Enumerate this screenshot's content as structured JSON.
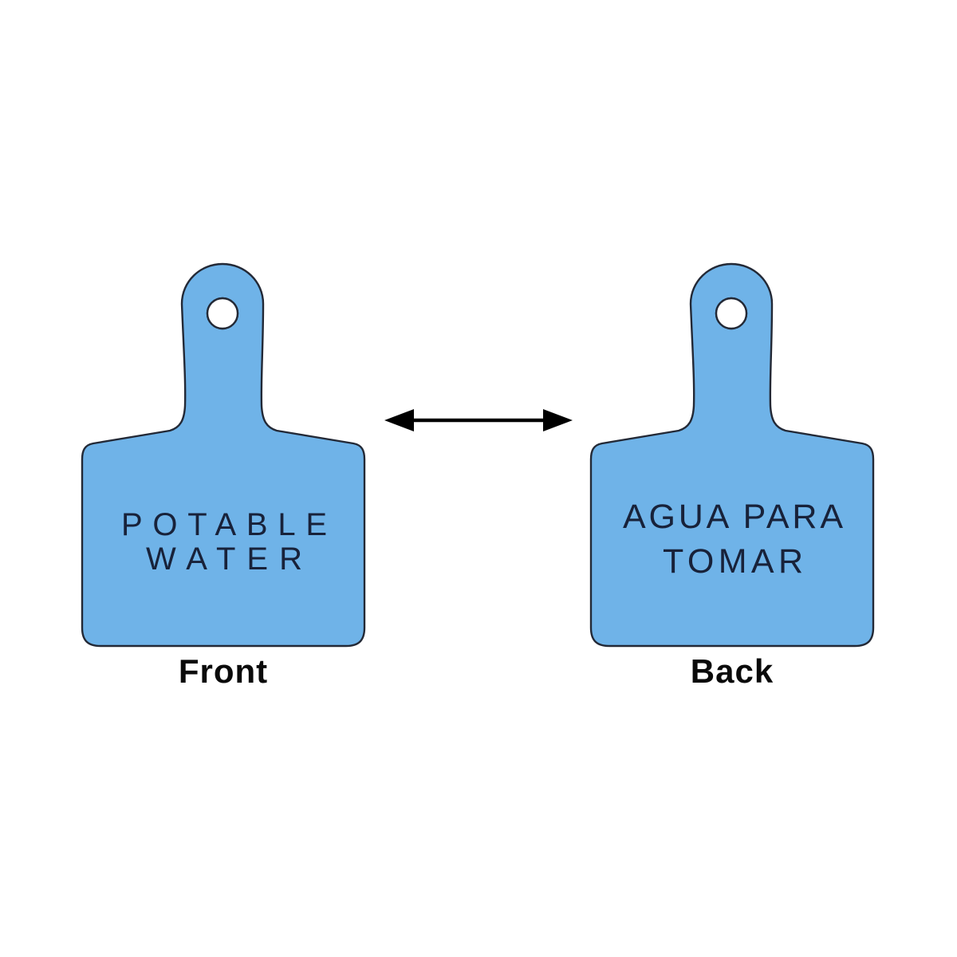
{
  "canvas": {
    "background": "#ffffff"
  },
  "tags": {
    "front": {
      "label_line1": "POTABLE",
      "label_line2": "WATER",
      "caption": "Front",
      "fill": "#6fb3e8",
      "outline": "#232936",
      "text_color": "#18223a"
    },
    "back": {
      "label_line1": "AGUA PARA",
      "label_line2": "TOMAR",
      "caption": "Back",
      "fill": "#6fb3e8",
      "outline": "#232936",
      "text_color": "#18223a"
    }
  },
  "arrow": {
    "icon": "double-headed-arrow-icon",
    "color": "#000000"
  },
  "caption_color": "#0a0a0a"
}
